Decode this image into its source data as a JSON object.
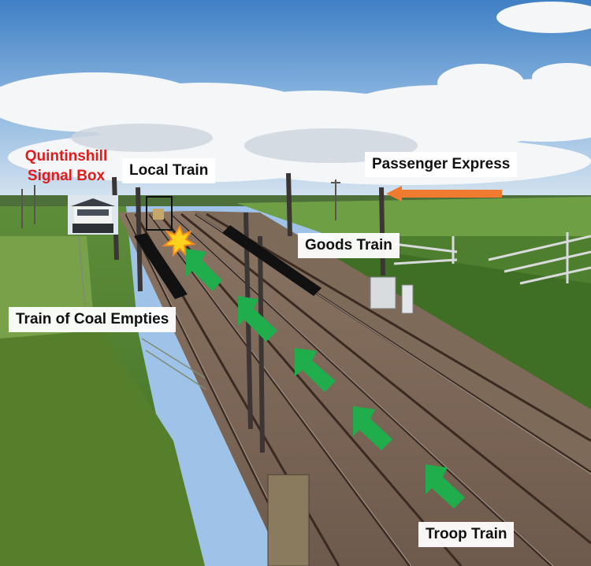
{
  "labels": {
    "signal_box_line1": "Quintinshill",
    "signal_box_line2": "Signal Box",
    "local_train": "Local Train",
    "passenger_express": "Passenger Express",
    "goods_train": "Goods Train",
    "coal_empties": "Train of Coal Empties",
    "troop_train": "Troop Train"
  },
  "colors": {
    "signal_box_text": "#e01b1b",
    "troop_arrow": "#1fae4b",
    "express_arrow": "#f07a2e",
    "goods_arrow": "#111111",
    "collision_burst": "#ffd21e"
  }
}
